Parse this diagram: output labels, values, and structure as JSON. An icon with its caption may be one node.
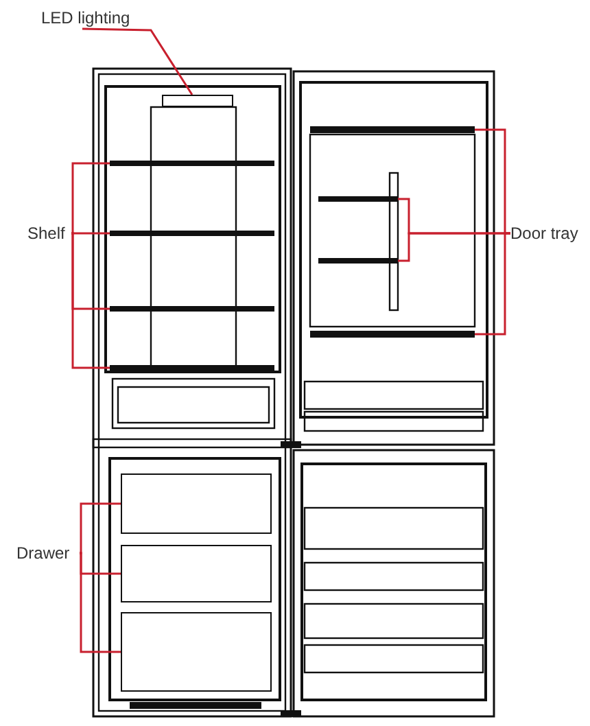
{
  "diagram": {
    "nodes": [
      {
        "text": [
          "LED lighting"
        ]
      },
      {
        "text": [],
        "shape": "box"
      },
      {
        "text": [
          "Shelf"
        ]
      },
      {
        "text": [],
        "shape": "bar"
      },
      {
        "text": [],
        "shape": "bar"
      },
      {
        "text": [],
        "shape": "bar"
      },
      {
        "text": [],
        "shape": "bar"
      },
      {
        "text": [
          "Door tray"
        ]
      },
      {
        "text": [],
        "shape": "bar"
      },
      {
        "text": [],
        "shape": "bar"
      },
      {
        "text": [],
        "shape": "bar"
      },
      {
        "text": [],
        "shape": "bar"
      },
      {
        "text": [
          "Drawer"
        ]
      },
      {
        "text": [],
        "shape": "box"
      },
      {
        "text": [],
        "shape": "box"
      },
      {
        "text": [],
        "shape": "box"
      }
    ],
    "edges": [
      {
        "from": 0,
        "to": 1,
        "arrow": "none"
      },
      {
        "from": 2,
        "to": 3,
        "arrow": "none"
      },
      {
        "from": 2,
        "to": 4,
        "arrow": "none"
      },
      {
        "from": 2,
        "to": 5,
        "arrow": "none"
      },
      {
        "from": 2,
        "to": 6,
        "arrow": "none"
      },
      {
        "from": 7,
        "to": 8,
        "arrow": "none"
      },
      {
        "from": 7,
        "to": 9,
        "arrow": "none"
      },
      {
        "from": 7,
        "to": 10,
        "arrow": "none"
      },
      {
        "from": 7,
        "to": 11,
        "arrow": "none"
      },
      {
        "from": 12,
        "to": 13,
        "arrow": "none"
      },
      {
        "from": 12,
        "to": 14,
        "arrow": "none"
      },
      {
        "from": 12,
        "to": 15,
        "arrow": "none"
      }
    ]
  }
}
